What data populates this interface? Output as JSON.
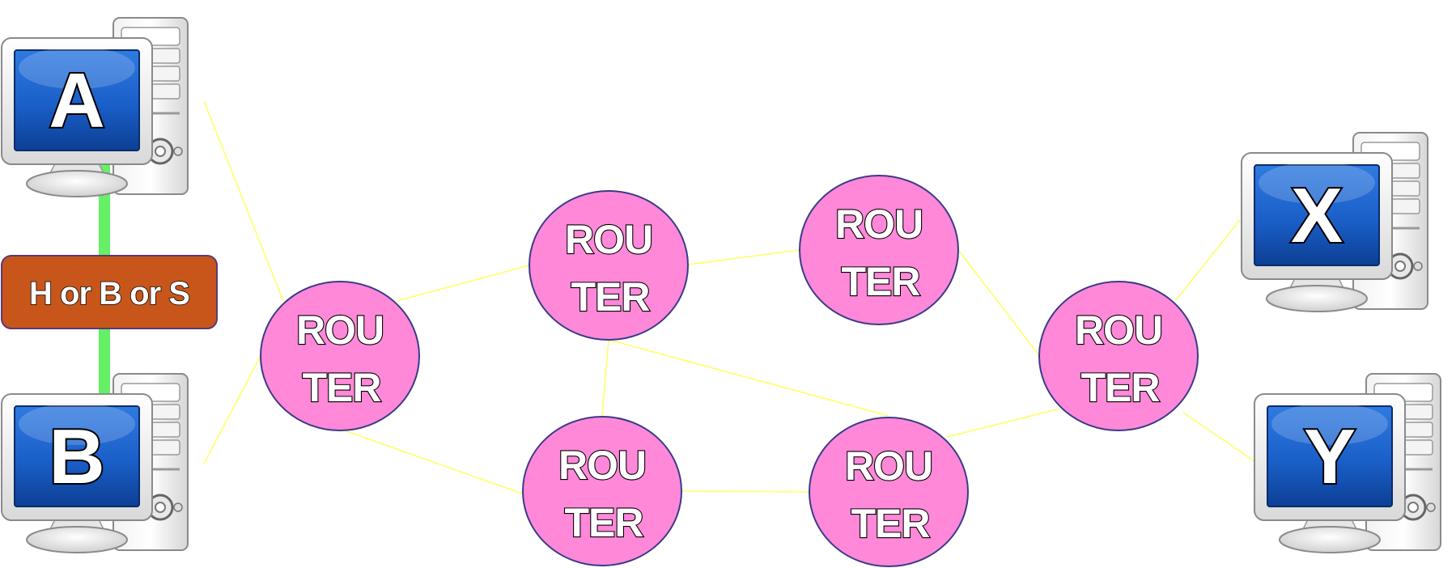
{
  "colors": {
    "router_fill": "#ff88d8",
    "router_stroke": "#3a3a8a",
    "link_line": "#ffff66",
    "green_link": "#66f066",
    "badge_fill": "#c8561a",
    "screen_blue": "#1a5fc8"
  },
  "computers": {
    "a": {
      "label": "A",
      "icon": "desktop-computer-icon"
    },
    "b": {
      "label": "B",
      "icon": "desktop-computer-icon"
    },
    "x": {
      "label": "X",
      "icon": "desktop-computer-icon"
    },
    "y": {
      "label": "Y",
      "icon": "desktop-computer-icon"
    }
  },
  "link_badge": {
    "label": "H or B or S"
  },
  "routers": {
    "r1": {
      "line1": "ROU",
      "line2": "TER"
    },
    "r2": {
      "line1": "ROU",
      "line2": "TER"
    },
    "r3": {
      "line1": "ROU",
      "line2": "TER"
    },
    "r4": {
      "line1": "ROU",
      "line2": "TER"
    },
    "r5": {
      "line1": "ROU",
      "line2": "TER"
    },
    "r6": {
      "line1": "ROU",
      "line2": "TER"
    }
  }
}
